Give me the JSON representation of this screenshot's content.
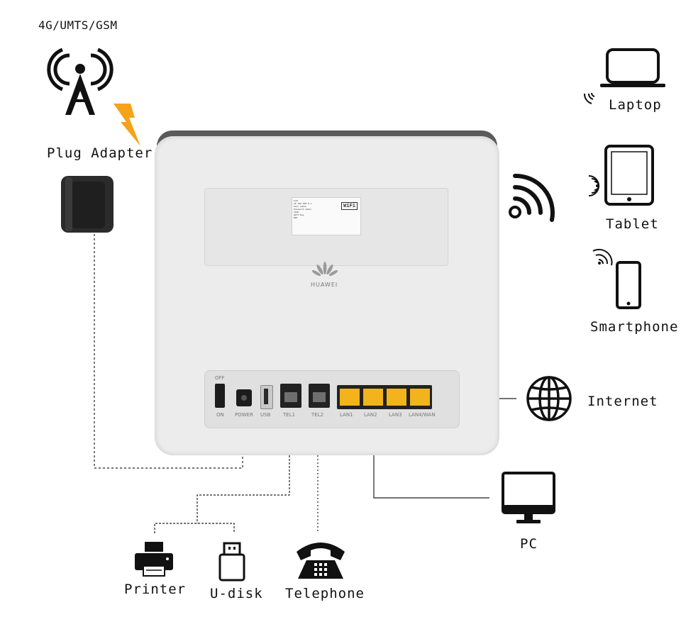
{
  "labels": {
    "network": "4G/UMTS/GSM",
    "adapter": "Plug Adapter",
    "laptop": "Laptop",
    "tablet": "Tablet",
    "smartphone": "Smartphone",
    "internet": "Internet",
    "pc": "PC",
    "printer": "Printer",
    "udisk": "U-disk",
    "telephone": "Telephone"
  },
  "router": {
    "brand": "HUAWEI",
    "sticker_badge": "WiFi",
    "sticker_lines": [
      "S/N",
      "IP 192.168.8.1",
      "User admin",
      "Password admin",
      "SSID",
      "WIFI Key",
      "WPS"
    ],
    "ports": {
      "off": "OFF",
      "on": "ON",
      "power": "POWER",
      "usb": "USB",
      "tel1": "TEL1",
      "tel2": "TEL2",
      "lan1": "LAN1",
      "lan2": "LAN2",
      "lan3": "LAN3",
      "lan4": "LAN4/WAN"
    }
  },
  "colors": {
    "lightning": "#f7a21b",
    "lan_port": "#f2b31c",
    "adapter": "#2b2b2b",
    "router_body": "#ececec",
    "router_top": "#5a5a5a"
  },
  "icons": [
    "antenna-tower-icon",
    "lightning-icon",
    "adapter-icon",
    "wifi-waves-icon",
    "laptop-icon",
    "tablet-icon",
    "smartphone-icon",
    "globe-icon",
    "monitor-icon",
    "printer-icon",
    "usb-drive-icon",
    "telephone-icon"
  ]
}
